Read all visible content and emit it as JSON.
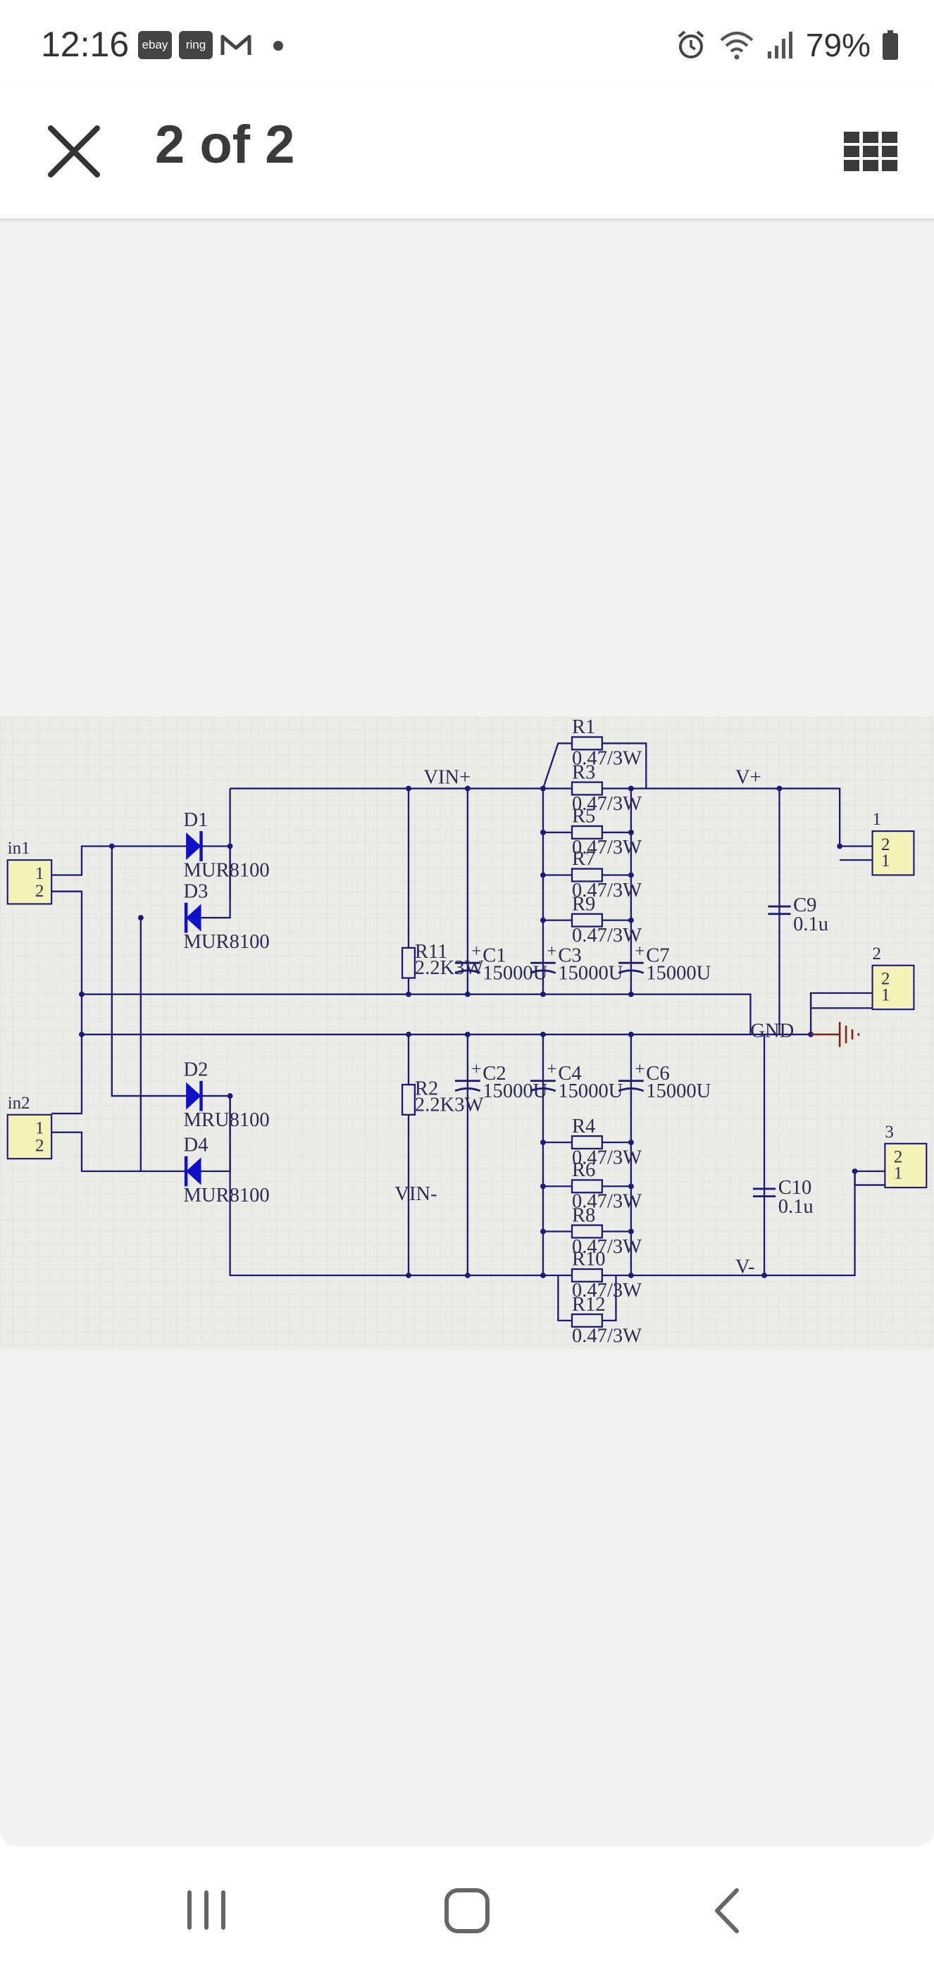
{
  "status_bar": {
    "time": "12:16",
    "apps": [
      "ebay",
      "ring"
    ],
    "battery": "79%"
  },
  "header": {
    "page_counter": "2 of 2",
    "close_icon": "close-icon",
    "grid_icon": "grid-view-icon"
  },
  "schematic": {
    "nets": {
      "vin_pos": "VIN+",
      "vin_neg": "VIN-",
      "v_pos": "V+",
      "v_neg": "V-",
      "gnd": "GND"
    },
    "inputs": [
      {
        "name": "in1",
        "pins": [
          "1",
          "2"
        ]
      },
      {
        "name": "in2",
        "pins": [
          "1",
          "2"
        ]
      }
    ],
    "outputs": [
      {
        "name": "1",
        "pins": [
          "2",
          "1"
        ]
      },
      {
        "name": "2",
        "pins": [
          "2",
          "1"
        ]
      },
      {
        "name": "3",
        "pins": [
          "2",
          "1"
        ]
      }
    ],
    "diodes": [
      {
        "ref": "D1",
        "value": "MUR8100"
      },
      {
        "ref": "D3",
        "value": "MUR8100"
      },
      {
        "ref": "D2",
        "value": "MRU8100"
      },
      {
        "ref": "D4",
        "value": "MUR8100"
      }
    ],
    "resistors_top": [
      {
        "ref": "R1",
        "value": "0.47/3W"
      },
      {
        "ref": "R3",
        "value": "0.47/3W"
      },
      {
        "ref": "R5",
        "value": "0.47/3W"
      },
      {
        "ref": "R7",
        "value": "0.47/3W"
      },
      {
        "ref": "R9",
        "value": "0.47/3W"
      }
    ],
    "resistors_bottom": [
      {
        "ref": "R4",
        "value": "0.47/3W"
      },
      {
        "ref": "R6",
        "value": "0.47/3W"
      },
      {
        "ref": "R8",
        "value": "0.47/3W"
      },
      {
        "ref": "R10",
        "value": "0.47/3W"
      },
      {
        "ref": "R12",
        "value": "0.47/3W"
      }
    ],
    "bleeders": [
      {
        "ref": "R11",
        "value": "2.2K3W"
      },
      {
        "ref": "R2",
        "value": "2.2K3W"
      }
    ],
    "caps_top": [
      {
        "ref": "C1",
        "value": "15000U"
      },
      {
        "ref": "C3",
        "value": "15000U"
      },
      {
        "ref": "C7",
        "value": "15000U"
      }
    ],
    "caps_bottom": [
      {
        "ref": "C2",
        "value": "15000U"
      },
      {
        "ref": "C4",
        "value": "15000U"
      },
      {
        "ref": "C6",
        "value": "15000U"
      }
    ],
    "film_caps": [
      {
        "ref": "C9",
        "value": "0.1u"
      },
      {
        "ref": "C10",
        "value": "0.1u"
      }
    ]
  },
  "nav": {
    "recents": "recent-apps-icon",
    "home": "home-icon",
    "back": "back-icon"
  },
  "colors": {
    "wire": "#1a1a78",
    "diode": "#1010c8",
    "connector_fill": "#f5f2b8",
    "ground": "#7a2a1a",
    "viewer_bg": "#f2f2f3",
    "schematic_bg": "#ecece6"
  }
}
